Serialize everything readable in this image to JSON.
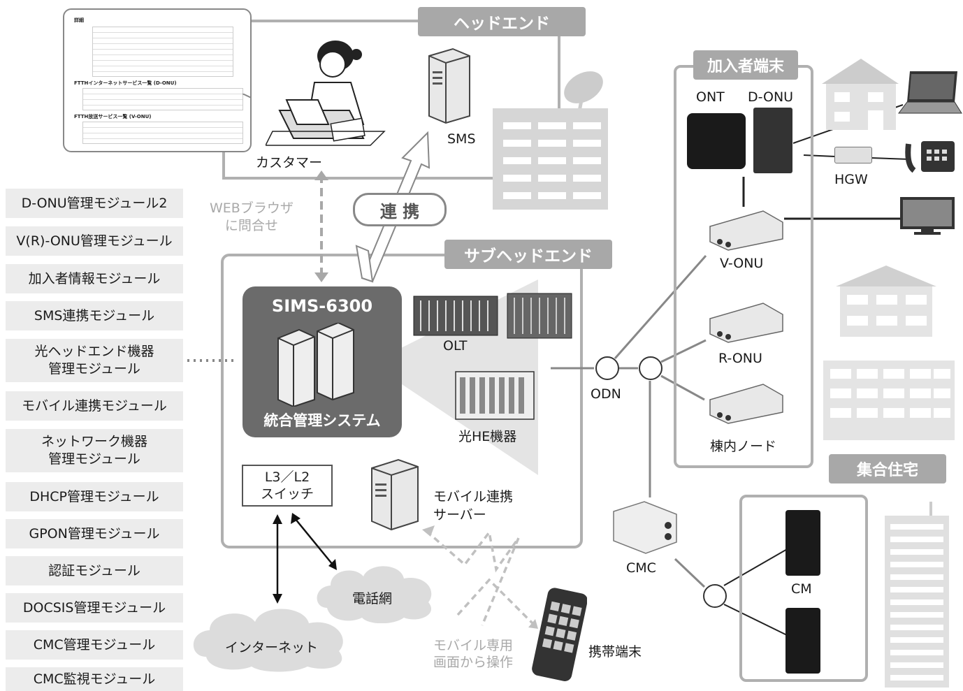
{
  "modules": [
    "D-ONU管理モジュール2",
    "V(R)-ONU管理モジュール",
    "加入者情報モジュール",
    "SMS連携モジュール",
    "光ヘッドエンド機器\n管理モジュール",
    "モバイル連携モジュール",
    "ネットワーク機器\n管理モジュール",
    "DHCP管理モジュール",
    "GPON管理モジュール",
    "認証モジュール",
    "DOCSIS管理モジュール",
    "CMC管理モジュール",
    "CMC監視モジュール"
  ],
  "headend": {
    "title": "ヘッドエンド",
    "sms": "SMS"
  },
  "customer": "カスタマー",
  "web_query": "WEBブラウザ\nに問合せ",
  "link": "連 携",
  "subheadend": {
    "title": "サブヘッドエンド",
    "sims_title": "SIMS-6300",
    "sims_sub": "統合管理システム",
    "olt": "OLT",
    "hikari_he": "光HE機器",
    "l3l2": "L3／L2\nスイッチ",
    "mobile_server": "モバイル連携\nサーバー"
  },
  "subscriber": {
    "title": "加入者端末",
    "ont": "ONT",
    "donu": "D-ONU",
    "hgw": "HGW",
    "vonu": "V-ONU",
    "ronu": "R-ONU",
    "node": "棟内ノード"
  },
  "odn": "ODN",
  "cmc": "CMC",
  "cm": "CM",
  "apartment": "集合住宅",
  "telnet": "電話網",
  "internet": "インターネット",
  "mobile_op": "モバイル専用\n画面から操作",
  "mobile_terminal": "携帯端末",
  "screen_doc": {
    "sec1": "詳細",
    "sec2": "FTTHインターネットサービス一覧 (D-ONU)",
    "sec3": "FTTH放送サービス一覧 (V-ONU)"
  }
}
